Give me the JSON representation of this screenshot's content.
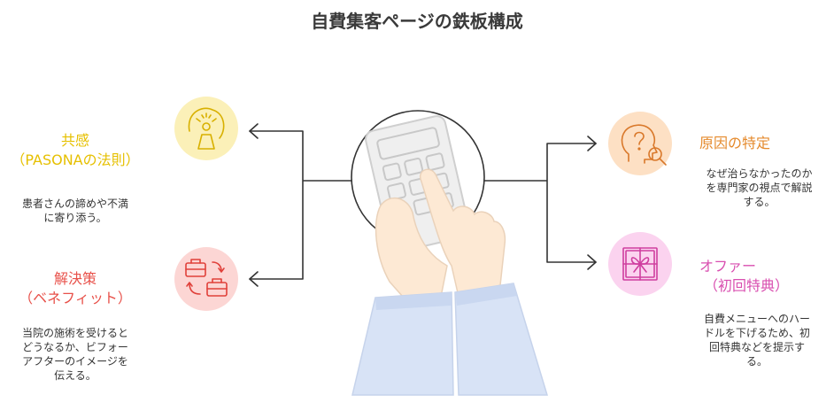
{
  "title": "自費集客ページの鉄板構成",
  "left_top": {
    "heading_line1": "共感",
    "heading_line2": "（PASONAの法則）",
    "desc_line1": "患者さんの諦めや不満",
    "desc_line2": "に寄り添う。",
    "color": "#e6c000",
    "icon": "meditating-person-icon"
  },
  "left_bottom": {
    "heading_line1": "解決策",
    "heading_line2": "（ベネフィット）",
    "desc_line1": "当院の施術を受けると",
    "desc_line2": "どうなるか、ビフォー",
    "desc_line3": "アフターのイメージを",
    "desc_line4": "伝える。",
    "color": "#e8514a",
    "icon": "briefcase-exchange-icon"
  },
  "right_top": {
    "heading": "原因の特定",
    "desc_line1": "なぜ治らなかったのか",
    "desc_line2": "を専門家の視点で解説",
    "desc_line3": "する。",
    "color": "#e58a2c",
    "icon": "head-question-magnifier-icon"
  },
  "right_bottom": {
    "heading_line1": "オファー",
    "heading_line2": "（初回特典）",
    "desc_line1": "自費メニューへのハー",
    "desc_line2": "ドルを下げるため、初",
    "desc_line3": "回特典などを提示す",
    "desc_line4": "る。",
    "color": "#d94fb0",
    "icon": "gift-box-icon"
  },
  "center_icon": "hands-holding-calculator-icon"
}
